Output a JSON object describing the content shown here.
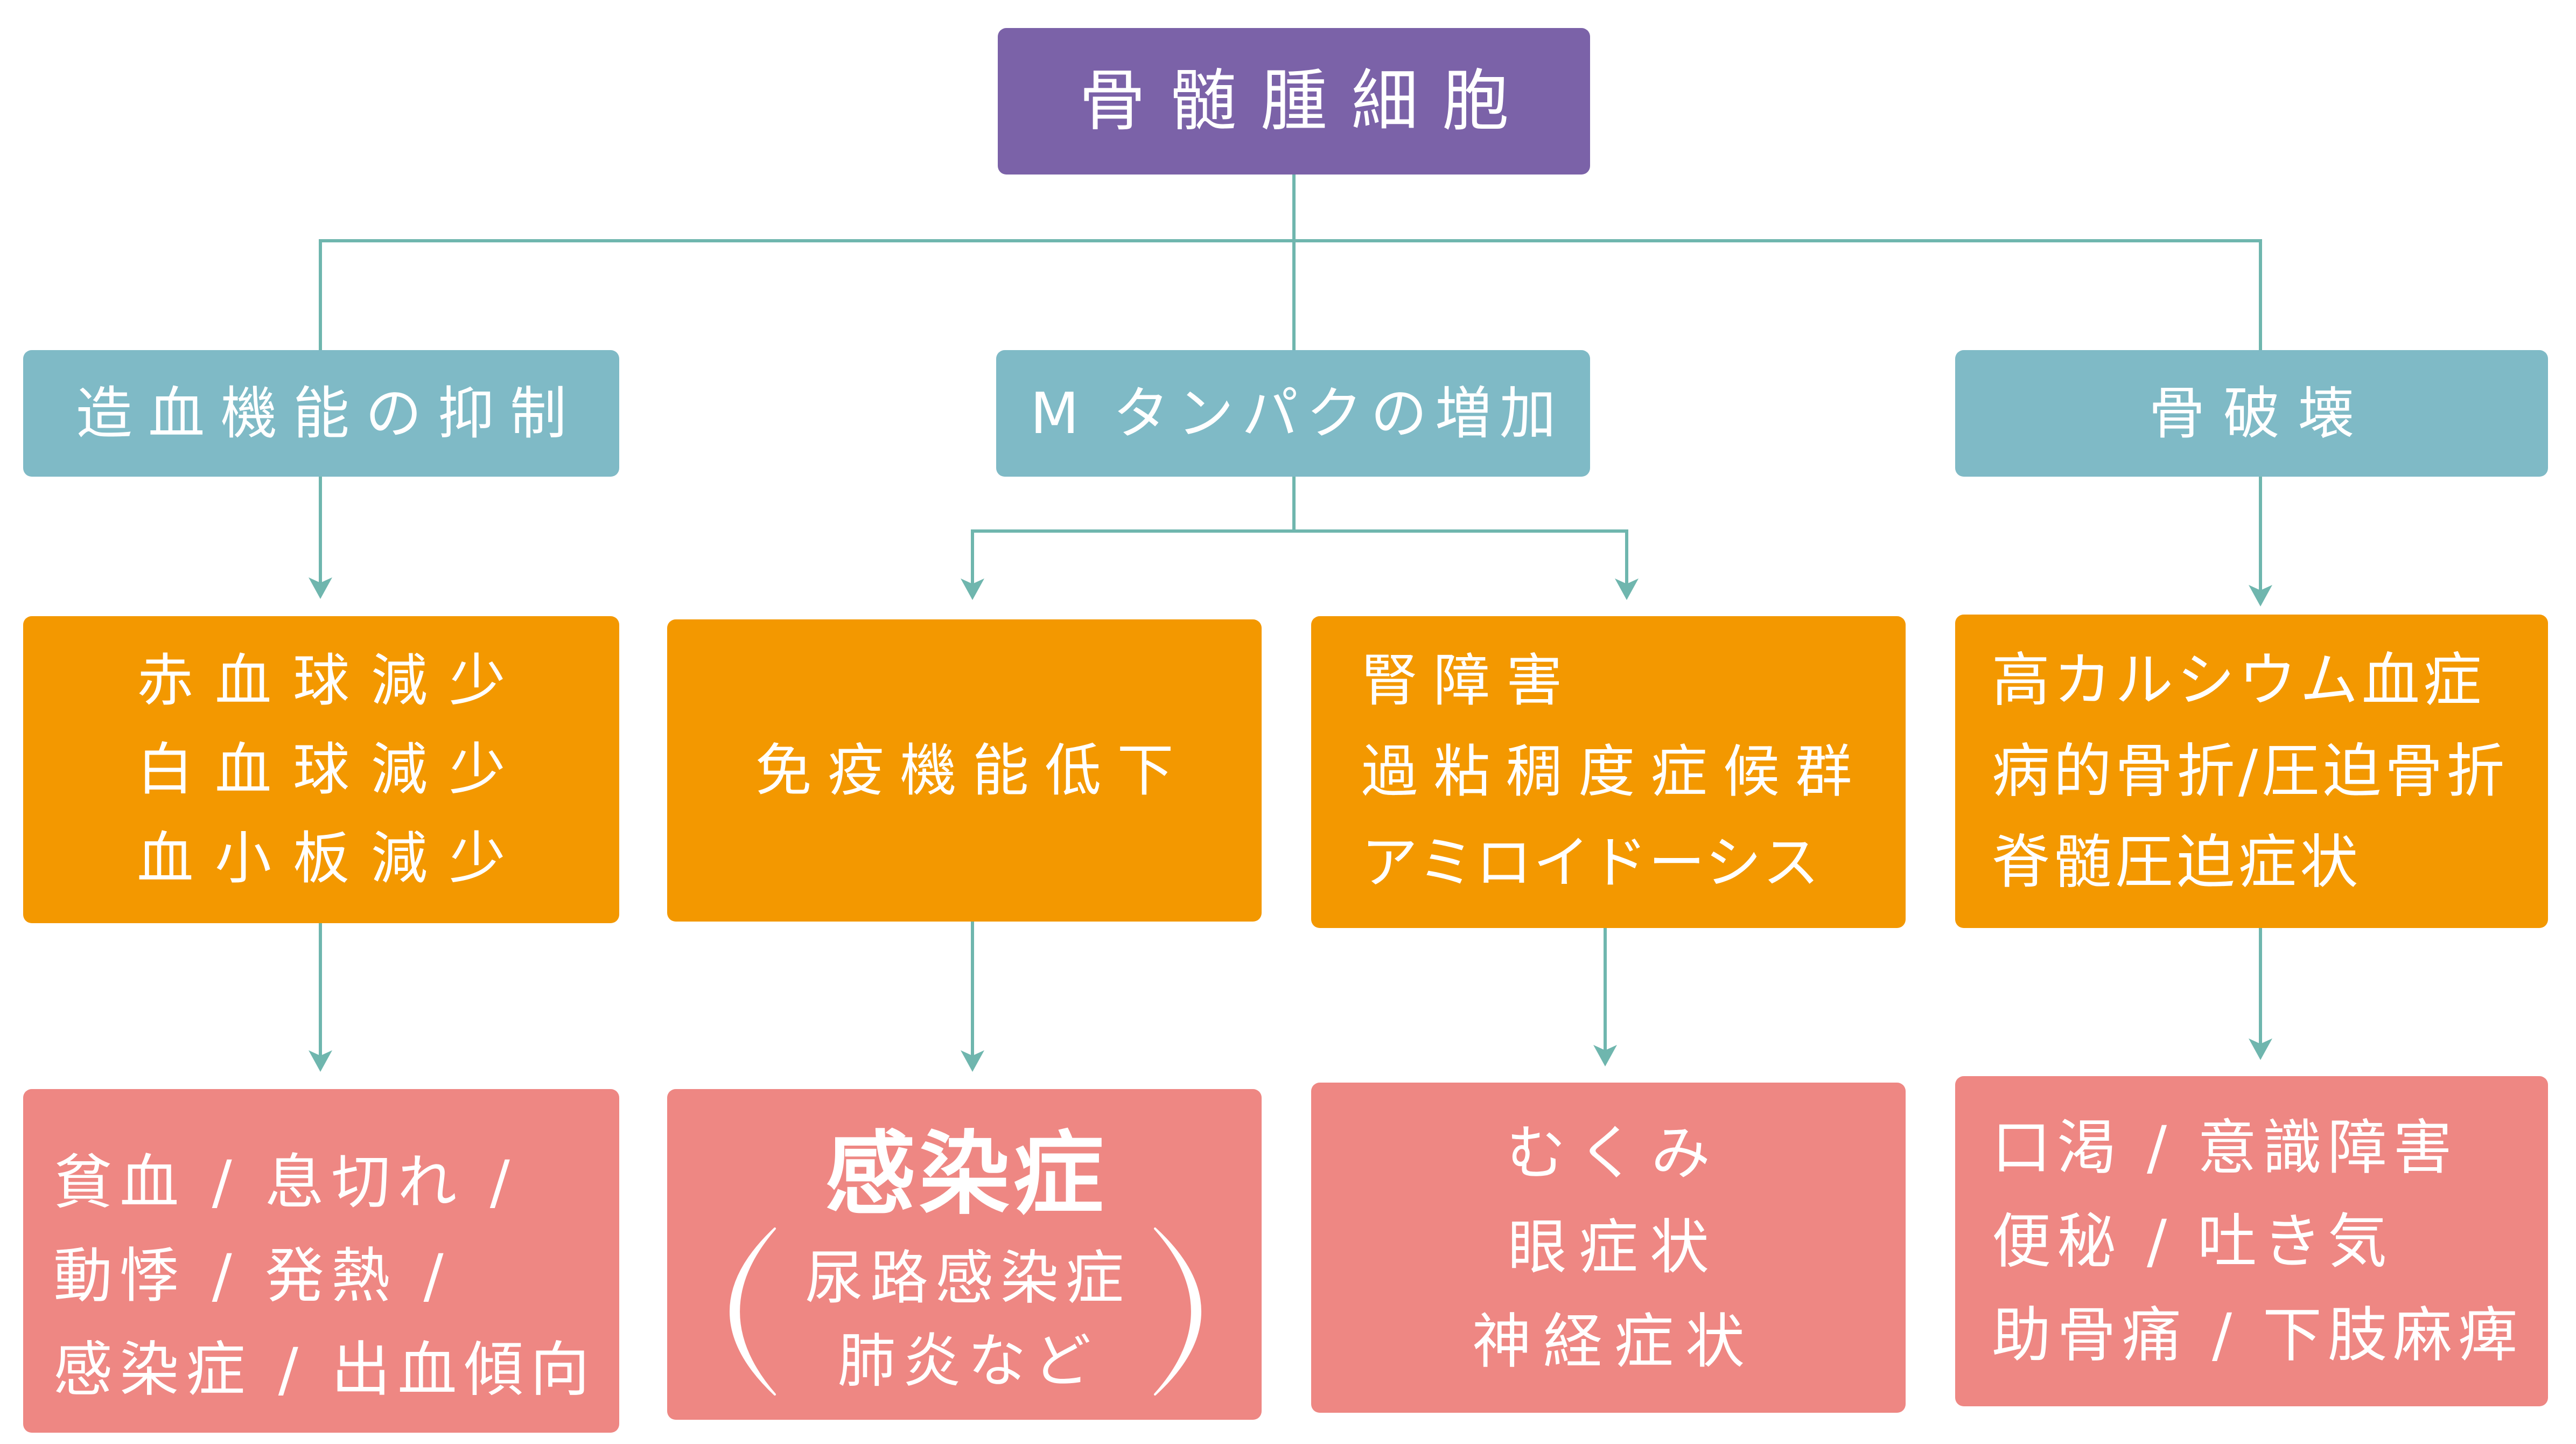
{
  "colors": {
    "root": "#7B62A8",
    "cause": "#7FBAC6",
    "effect": "#F39800",
    "outcome": "#EE8783",
    "connector": "#6FB6AE",
    "text": "#FFFFFF"
  },
  "root": {
    "label": "骨髄腫細胞"
  },
  "causes": [
    {
      "label": "造血機能の抑制"
    },
    {
      "label": "M タンパクの増加"
    },
    {
      "label": "骨破壊"
    }
  ],
  "effects": [
    {
      "lines": [
        "赤血球減少",
        "白血球減少",
        "血小板減少"
      ]
    },
    {
      "lines": [
        "免疫機能低下"
      ]
    },
    {
      "lines": [
        "腎障害",
        "過粘稠度症候群",
        "アミロイドーシス"
      ]
    },
    {
      "lines": [
        "高カルシウム血症",
        "病的骨折/圧迫骨折",
        "脊髄圧迫症状"
      ]
    }
  ],
  "outcomes": [
    {
      "lines": [
        "貧血 / 息切れ /",
        "動悸 / 発熱 /",
        "感染症 / 出血傾向"
      ]
    },
    {
      "title": "感染症",
      "lines": [
        "尿路感染症",
        "肺炎など"
      ]
    },
    {
      "lines": [
        "むくみ",
        "眼症状",
        "神経症状"
      ]
    },
    {
      "lines": [
        "口渇 / 意識障害",
        "便秘 / 吐き気",
        "助骨痛 / 下肢麻痺"
      ]
    }
  ]
}
